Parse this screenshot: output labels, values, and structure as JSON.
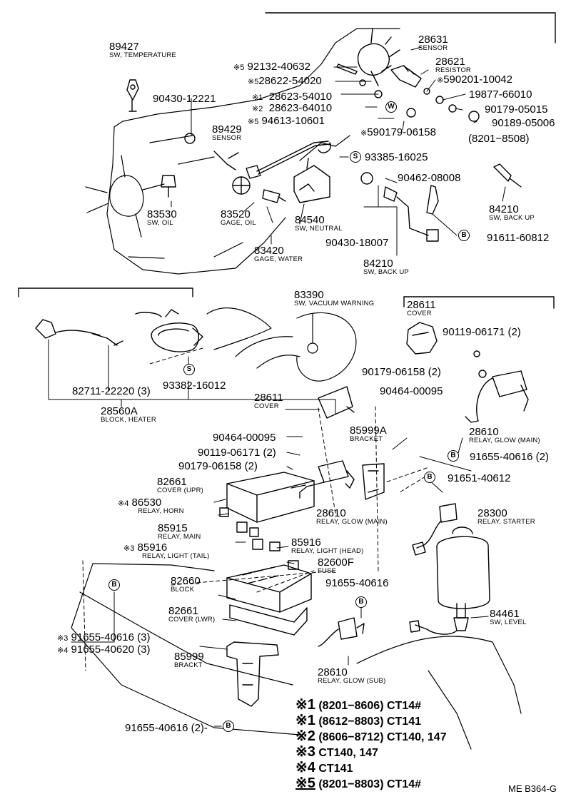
{
  "parts": {
    "p89427": {
      "num": "89427",
      "name": "SW, TEMPERATURE"
    },
    "p28631": {
      "num": "28631",
      "name": "SENSOR"
    },
    "p28621": {
      "num": "28621",
      "name": "RESISTOR"
    },
    "p92132": {
      "num": "92132-40632",
      "mark": "※5"
    },
    "p28622": {
      "num": "28622-54020",
      "mark": "※5"
    },
    "p590201": {
      "num": "590201-10042",
      "mark": "※"
    },
    "p90430a": {
      "num": "90430-12221"
    },
    "p28623a": {
      "num": "28623-54010",
      "mark": "※1"
    },
    "p28623b": {
      "num": "28623-64010",
      "mark": "※2"
    },
    "p19877": {
      "num": "19877-66010"
    },
    "p94613": {
      "num": "94613-10601",
      "mark": "※5"
    },
    "p90179a": {
      "num": "90179-05015"
    },
    "p590179": {
      "num": "590179-06158",
      "mark": "※"
    },
    "p90189": {
      "num": "90189-05006"
    },
    "p89429": {
      "num": "89429",
      "name": "SENSOR"
    },
    "p93385": {
      "num": "93385-16025"
    },
    "range8201": {
      "text": "(8201−8508)"
    },
    "p90462": {
      "num": "90462-08008"
    },
    "p84210a": {
      "num": "84210",
      "name": "SW, BACK UP"
    },
    "p83530": {
      "num": "83530",
      "name": "SW, OIL"
    },
    "p83520": {
      "num": "83520",
      "name": "GAGE, OIL"
    },
    "p84540": {
      "num": "84540",
      "name": "SW, NEUTRAL"
    },
    "p91611": {
      "num": "91611-60812"
    },
    "p90430b": {
      "num": "90430-18007"
    },
    "p83420": {
      "num": "83420",
      "name": "GAGE, WATER"
    },
    "p84210b": {
      "num": "84210",
      "name": "SW, BACK UP"
    },
    "p83390": {
      "num": "83390",
      "name": "SW, VACUUM WARNING"
    },
    "ct141": {
      "text": "CT141"
    },
    "p28611a": {
      "num": "28611",
      "name": "COVER"
    },
    "p90119a": {
      "num": "90119-06171 (2)"
    },
    "p90179b": {
      "num": "90179-06158 (2)"
    },
    "p90464a": {
      "num": "90464-00095"
    },
    "p82711": {
      "num": "82711-22220 (3)"
    },
    "p93382": {
      "num": "93382-16012"
    },
    "p28560A": {
      "num": "28560A",
      "name": "BLOCK, HEATER"
    },
    "p28611b": {
      "num": "28611",
      "name": "COVER"
    },
    "p28610a": {
      "num": "28610",
      "name": "RELAY, GLOW (MAIN)"
    },
    "p85999A": {
      "num": "85999A",
      "name": "BRACKET"
    },
    "p90464b": {
      "num": "90464-00095"
    },
    "p90119b": {
      "num": "90119-06171 (2)"
    },
    "p91655a": {
      "num": "91655-40616 (2)"
    },
    "p90179c": {
      "num": "90179-06158 (2)"
    },
    "p91651": {
      "num": "91651-40612"
    },
    "p82661a": {
      "num": "82661",
      "name": "COVER (UPR)"
    },
    "p86530": {
      "num": "86530",
      "name": "RELAY, HORN",
      "mark": "※4"
    },
    "p28610b": {
      "num": "28610",
      "name": "RELAY, GLOW (MAIN)"
    },
    "p28300": {
      "num": "28300",
      "name": "RELAY, STARTER"
    },
    "p85915": {
      "num": "85915",
      "name": "RELAY, MAIN"
    },
    "p85916a": {
      "num": "85916",
      "name": "RELAY, LIGHT (TAIL)",
      "mark": "※3"
    },
    "p85916b": {
      "num": "85916",
      "name": "RELAY, LIGHT (HEAD)"
    },
    "p82600F": {
      "num": "82600F",
      "name": "FUSE"
    },
    "p82660": {
      "num": "82660",
      "name": "BLOCK"
    },
    "p91655b": {
      "num": "91655-40616"
    },
    "p82661b": {
      "num": "82661",
      "name": "COVER (LWR)"
    },
    "p84461": {
      "num": "84461",
      "name": "SW, LEVEL"
    },
    "p91655c": {
      "num": "91655-40616 (3)",
      "mark": "※3"
    },
    "p91655d": {
      "num": "91655-40620 (3)",
      "mark": "※4"
    },
    "p85999": {
      "num": "85999",
      "name": "BRACKT"
    },
    "p28610c": {
      "num": "28610",
      "name": "RELAY, GLOW (SUB)"
    },
    "p91655e": {
      "num": "91655-40616 (2)-"
    }
  },
  "bubbles": {
    "s": "S",
    "w": "W",
    "b": "B"
  },
  "notes": [
    {
      "mark": "※1",
      "text": "(8201−8606) CT14#"
    },
    {
      "mark": "※1",
      "text": "(8612−8803) CT141"
    },
    {
      "mark": "※2",
      "text": "(8606−8712) CT140, 147"
    },
    {
      "mark": "※3",
      "text": "CT140, 147"
    },
    {
      "mark": "※4",
      "text": "CT141"
    },
    {
      "mark": "※5",
      "text": "(8201−8803) CT14#"
    }
  ],
  "footer": {
    "code": "ME B364-G"
  }
}
